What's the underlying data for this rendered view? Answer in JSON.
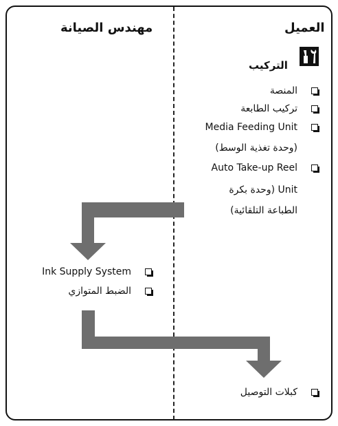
{
  "customer_column": {
    "heading": "العميل",
    "section_title": "التركيب",
    "section_icon": "tools-icon",
    "items": [
      {
        "line1": "المنصة"
      },
      {
        "line1": "تركيب الطابعة"
      },
      {
        "line1": "Media Feeding Unit",
        "line2": "(وحدة تغذية الوسط)"
      },
      {
        "line1": "Auto Take-up Reel",
        "line2": "Unit (وحدة بكرة",
        "line3": "الطباعة التلقائية)"
      }
    ],
    "final_item": "كبلات التوصيل"
  },
  "engineer_column": {
    "heading": "مهندس الصيانة",
    "items": [
      {
        "label": "Ink Supply System"
      },
      {
        "label": "الضبط المتوازي"
      }
    ]
  }
}
